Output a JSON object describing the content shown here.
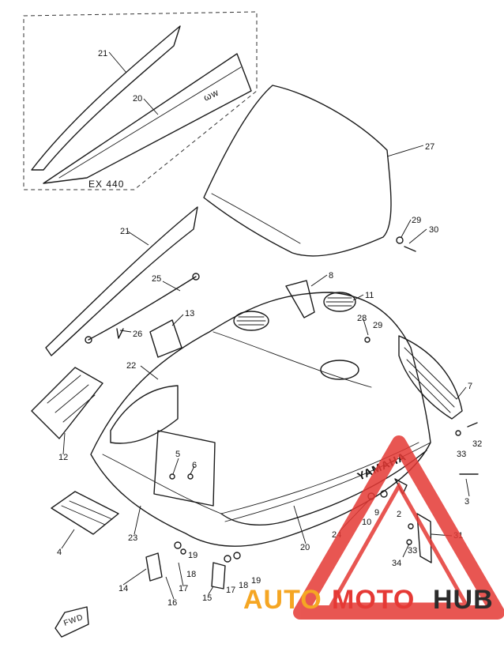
{
  "variant_label": "EX 440",
  "front_marker": "FWD",
  "brand_decal": "YAMAHA",
  "watermark": {
    "part1": "AUTO",
    "part2": "MOTO",
    "part3": "HUB",
    "color_orange": "#f5a623",
    "color_red": "#e53935",
    "color_dark": "#2b2b2b"
  },
  "callouts": [
    "21",
    "20",
    "27",
    "29",
    "30",
    "21",
    "25",
    "8",
    "11",
    "28",
    "29",
    "13",
    "26",
    "22",
    "7",
    "32",
    "33",
    "5",
    "6",
    "3",
    "12",
    "4",
    "23",
    "20",
    "24",
    "10",
    "9",
    "2",
    "31",
    "33",
    "34",
    "19",
    "18",
    "14",
    "17",
    "16",
    "15",
    "17",
    "18",
    "19"
  ]
}
